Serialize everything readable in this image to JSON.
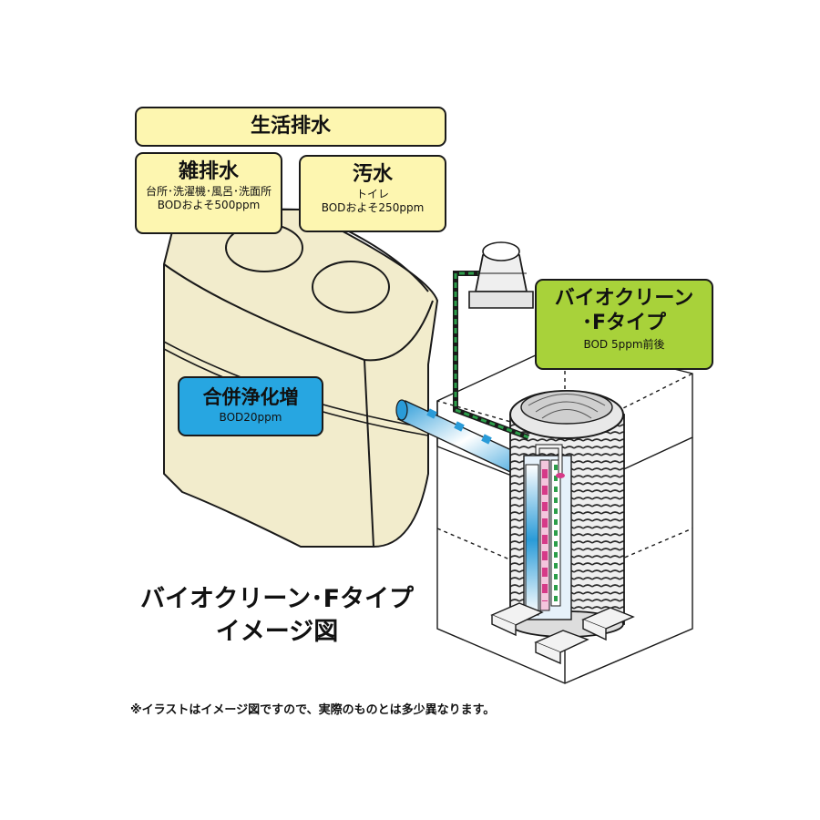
{
  "labels": {
    "seikatsu": {
      "title": "生活排水"
    },
    "zatsu": {
      "title": "雑排水",
      "line1": "台所･洗濯機･風呂･洗面所",
      "line2": "BODおよそ500ppm"
    },
    "oshui": {
      "title": "汚水",
      "line1": "トイレ",
      "line2": "BODおよそ250ppm"
    },
    "bioclean": {
      "title1": "バイオクリーン",
      "title2": "･Fタイプ",
      "bod": "BOD 5ppm前後"
    },
    "gappei": {
      "title": "合併浄化増",
      "bod": "BOD20ppm"
    }
  },
  "caption": {
    "line1": "バイオクリーン･Fタイプ",
    "line2": "イメージ図"
  },
  "footnote": "※イラストはイメージ図ですので、実際のものとは多少異なります。",
  "colors": {
    "label_yellow": "#fdf6b0",
    "label_green": "#a8d23a",
    "label_blue": "#27a6e1",
    "tank_cream": "#f2eccc",
    "pipe_blue": "#2a9bd8",
    "pipe_pink": "#d63a88",
    "pipe_green": "#2c9e4a"
  },
  "icons": [
    "septic-tank-illustration",
    "bioclean-unit-illustration",
    "blower-illustration"
  ]
}
